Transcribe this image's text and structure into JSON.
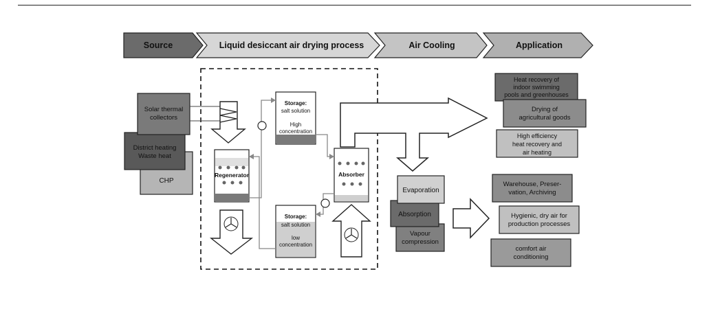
{
  "colors": {
    "dark": "#6b6b6b",
    "mid": "#8c8c8c",
    "light": "#bdbdbd",
    "lighter": "#d9d9d9",
    "stroke": "#222222"
  },
  "stages": [
    "Source",
    "Liquid desiccant air drying process",
    "Air Cooling",
    "Application"
  ],
  "sources": {
    "solar": [
      "Solar thermal",
      "collectors"
    ],
    "district": [
      "District heating",
      "Waste heat"
    ],
    "chp": "CHP"
  },
  "process": {
    "regenerator": "Regenerator",
    "absorber": "Absorber",
    "storage_high": [
      "Storage:",
      "salt solution",
      "High",
      "concentration"
    ],
    "storage_low": [
      "Storage:",
      "salt solution",
      "low",
      "concentration"
    ]
  },
  "cooling": [
    "Evaporation",
    "Absorption",
    "Vapour compression"
  ],
  "applications_top": [
    [
      "Heat recovery of",
      "indoor swimming",
      "pools and greenhouses"
    ],
    [
      "Drying of",
      "agricultural goods"
    ],
    [
      "High efficiency",
      "heat recovery and",
      "air heating"
    ]
  ],
  "applications_bottom": [
    [
      "Warehouse, Preser-",
      "vation, Archiving"
    ],
    [
      "Hygienic, dry air for",
      "production processes"
    ],
    [
      "comfort air",
      "conditioning"
    ]
  ]
}
